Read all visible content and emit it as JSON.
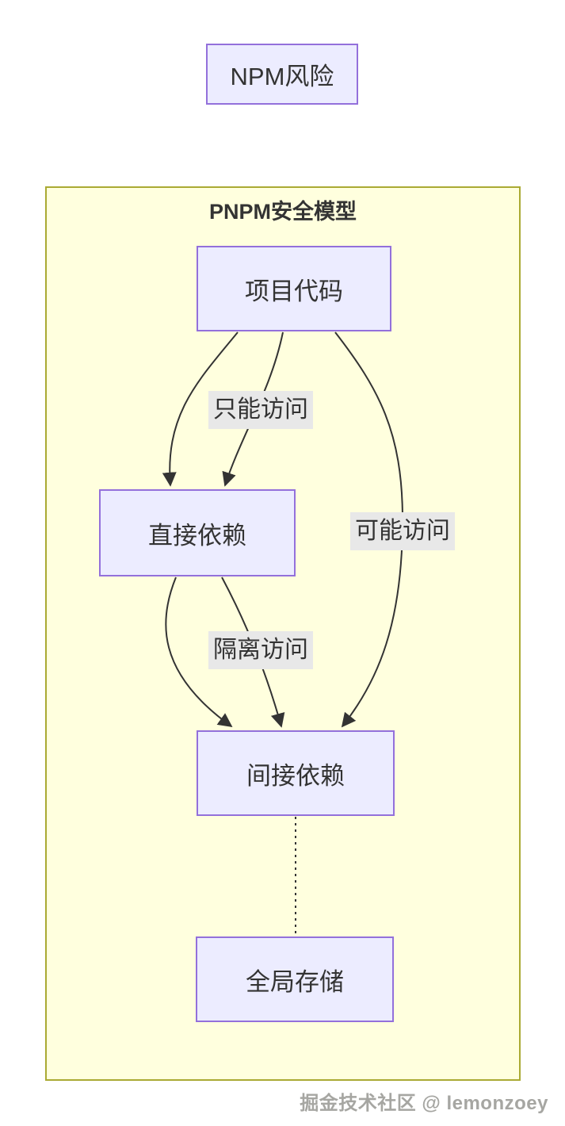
{
  "diagram": {
    "npm_box": {
      "label": "NPM风险"
    },
    "container": {
      "title": "PNPM安全模型"
    },
    "nodes": {
      "project": {
        "label": "项目代码"
      },
      "direct": {
        "label": "直接依赖"
      },
      "indirect": {
        "label": "间接依赖"
      },
      "store": {
        "label": "全局存储"
      }
    },
    "edges": {
      "only_access": {
        "label": "只能访问",
        "from": "项目代码",
        "to": "直接依赖"
      },
      "may_access": {
        "label": "可能访问",
        "from": "项目代码",
        "to": "间接依赖"
      },
      "isolated_access": {
        "label": "隔离访问",
        "from": "直接依赖",
        "to": "间接依赖"
      },
      "store_link": {
        "style": "dotted",
        "from": "间接依赖",
        "to": "全局存储"
      }
    },
    "watermark": "掘金技术社区 @ lemonzoey"
  },
  "colors": {
    "node_fill": "#ECECFF",
    "node_border": "#9370DB",
    "container_fill": "#FFFFDE",
    "container_border": "#AAAA33",
    "edge_color": "#333333",
    "text_color": "#333333",
    "label_bg": "#e8e8e8"
  }
}
